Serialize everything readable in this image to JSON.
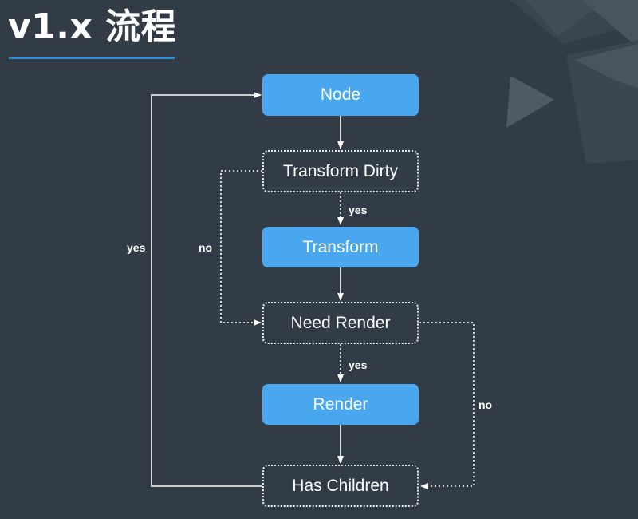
{
  "slide": {
    "title": "v1.x 流程"
  },
  "nodes": {
    "node": "Node",
    "transform_dirty": "Transform Dirty",
    "transform": "Transform",
    "need_render": "Need Render",
    "render": "Render",
    "has_children": "Has Children"
  },
  "edges": {
    "dirty_yes": "yes",
    "dirty_no": "no",
    "need_render_yes": "yes",
    "need_render_no": "no",
    "has_children_yes": "yes"
  },
  "colors": {
    "background": "#323c47",
    "accent": "#2f8ed9",
    "action_node": "#49a7f0"
  }
}
